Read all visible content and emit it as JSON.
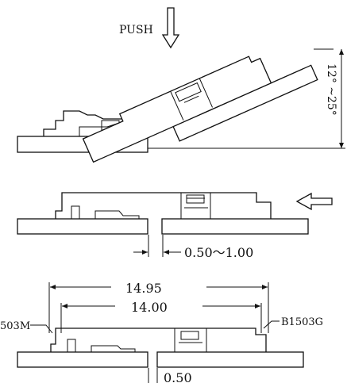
{
  "views": {
    "top": {
      "push_label": "PUSH",
      "angle_label": "12° ~25°"
    },
    "middle": {
      "gap_label": "0.50～1.00"
    },
    "bottom": {
      "dim_outer": "14.95",
      "dim_inner": "14.00",
      "left_part": "503M",
      "right_part": "B1503G",
      "gap_label": "0.50"
    }
  }
}
